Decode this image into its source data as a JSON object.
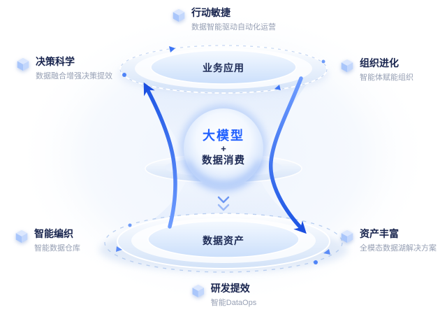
{
  "diagram": {
    "center": {
      "model": "大模型",
      "plus": "+",
      "consumption": "数据消费"
    },
    "top_disk_label": "业务应用",
    "bottom_disk_label": "数据资产",
    "callouts": {
      "top": {
        "title": "行动敏捷",
        "subtitle": "数据智能驱动自动化运营"
      },
      "top_left": {
        "title": "决策科学",
        "subtitle": "数据融合增强决策提效"
      },
      "top_right": {
        "title": "组织进化",
        "subtitle": "智能体赋能组织"
      },
      "bottom_left": {
        "title": "智能编织",
        "subtitle": "智能数据仓库"
      },
      "bottom_right": {
        "title": "资产丰富",
        "subtitle": "全模态数据湖解决方案"
      },
      "bottom": {
        "title": "研发提效",
        "subtitle": "智能DataOps"
      }
    },
    "colors": {
      "accent": "#2160ff",
      "arrow": "#1d55e4",
      "title_text": "#17234d",
      "subtitle_text": "#97a0b4",
      "disk_fill": "#d2e2f8"
    }
  }
}
